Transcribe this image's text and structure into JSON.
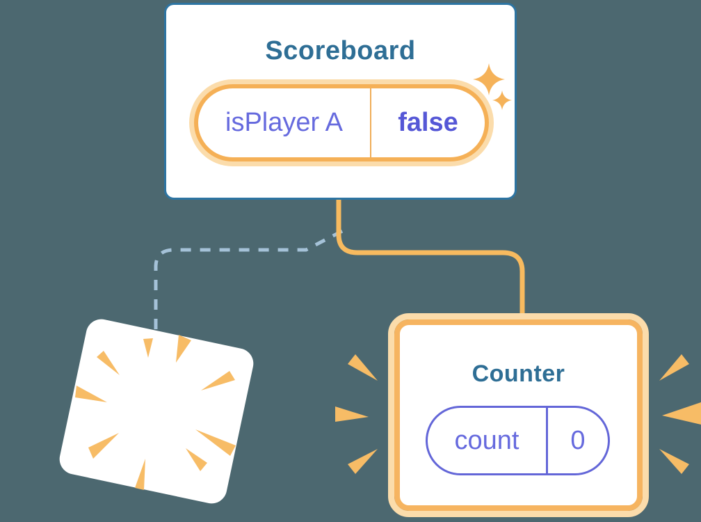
{
  "scoreboard": {
    "title": "Scoreboard",
    "state": {
      "label": "isPlayer A",
      "value": "false"
    }
  },
  "counter": {
    "title": "Counter",
    "state": {
      "label": "count",
      "value": "0"
    }
  },
  "icons": {
    "sparkles": "four-point-stars",
    "burst": "radiating-wedges",
    "emphasis": "side-burst-wedges"
  },
  "colors": {
    "background": "#4c6870",
    "scoreboard_border": "#2d74a2",
    "component_title": "#2e6e95",
    "state_purple": "#666ade",
    "state_value_purple": "#5557d6",
    "active_edge_orange": "#f7ba5f",
    "highlight_ring_orange": "#f5b056",
    "highlight_ring_light": "#fbdcab",
    "removed_edge_dashed_blue": "#a5c2d8",
    "burst_orange": "#f7bc66"
  }
}
